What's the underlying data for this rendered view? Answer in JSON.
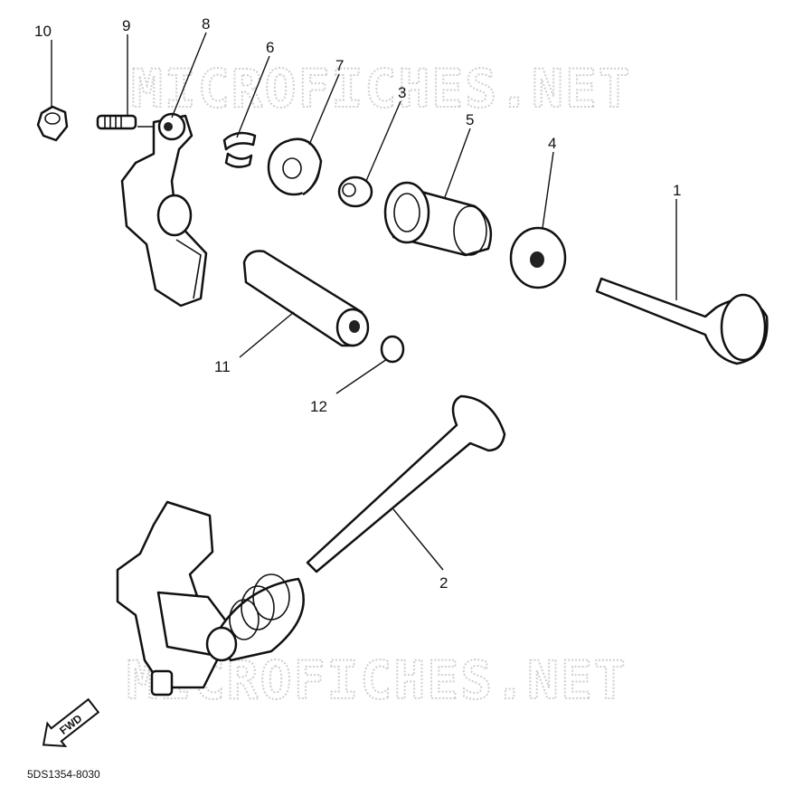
{
  "watermarks": [
    "MICROFICHES.NET",
    "MICROFICHES.NET"
  ],
  "callouts": [
    "1",
    "2",
    "3",
    "4",
    "5",
    "6",
    "7",
    "8",
    "9",
    "10",
    "11",
    "12"
  ],
  "fwd_label": "FWD",
  "diagram_code": "5DS1354-8030",
  "colors": {
    "line": "#111111",
    "background": "#ffffff",
    "watermark": "#cfcfcf"
  }
}
